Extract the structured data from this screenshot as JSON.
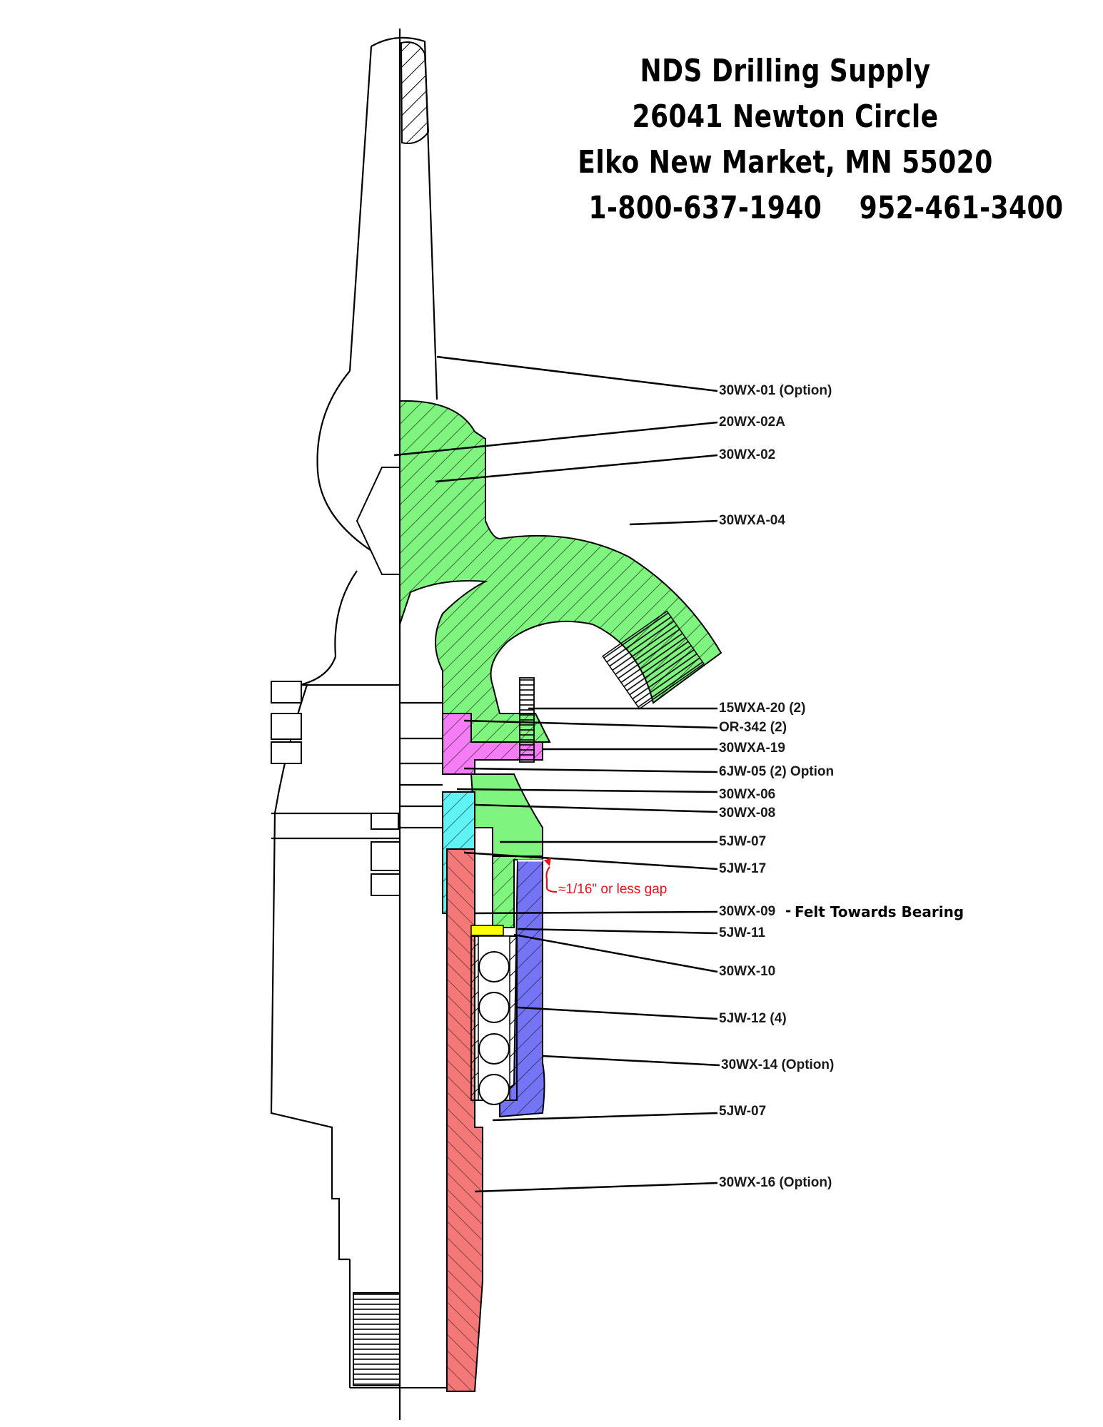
{
  "header": {
    "company": "NDS Drilling Supply",
    "street": "26041 Newton Circle",
    "city": "Elko New Market, MN 55020",
    "phone_tollfree": "1-800-637-1940",
    "phone_local": "952-461-3400"
  },
  "colors": {
    "green": "#7ff57f",
    "magenta": "#f47cf4",
    "cyan": "#5ff3f5",
    "blue": "#7474f4",
    "red": "#f47878",
    "yellow": "#ffff00",
    "annotation_red": "#e8121a"
  },
  "labels": [
    {
      "id": "30WX-01",
      "text": "30WX-01 (Option)"
    },
    {
      "id": "20WX-02A",
      "text": "20WX-02A"
    },
    {
      "id": "30WX-02",
      "text": "30WX-02"
    },
    {
      "id": "30WXA-04",
      "text": "30WXA-04"
    },
    {
      "id": "15WXA-20",
      "text": "15WXA-20 (2)"
    },
    {
      "id": "OR-342",
      "text": "OR-342 (2)"
    },
    {
      "id": "30WXA-19",
      "text": "30WXA-19"
    },
    {
      "id": "6JW-05",
      "text": "6JW-05 (2)  Option"
    },
    {
      "id": "30WX-06",
      "text": "30WX-06"
    },
    {
      "id": "30WX-08",
      "text": "30WX-08"
    },
    {
      "id": "5JW-07-a",
      "text": "5JW-07"
    },
    {
      "id": "5JW-17",
      "text": "5JW-17"
    },
    {
      "id": "30WX-09",
      "text": "30WX-09"
    },
    {
      "id": "5JW-11",
      "text": "5JW-11"
    },
    {
      "id": "30WX-10",
      "text": "30WX-10"
    },
    {
      "id": "5JW-12",
      "text": "5JW-12 (4)"
    },
    {
      "id": "30WX-14",
      "text": "30WX-14  (Option)"
    },
    {
      "id": "5JW-07-b",
      "text": "5JW-07"
    },
    {
      "id": "30WX-16",
      "text": "30WX-16  (Option)"
    }
  ],
  "notes": {
    "gap": "≈1/16\" or less gap",
    "felt_dash": "-",
    "felt": "Felt Towards Bearing"
  }
}
